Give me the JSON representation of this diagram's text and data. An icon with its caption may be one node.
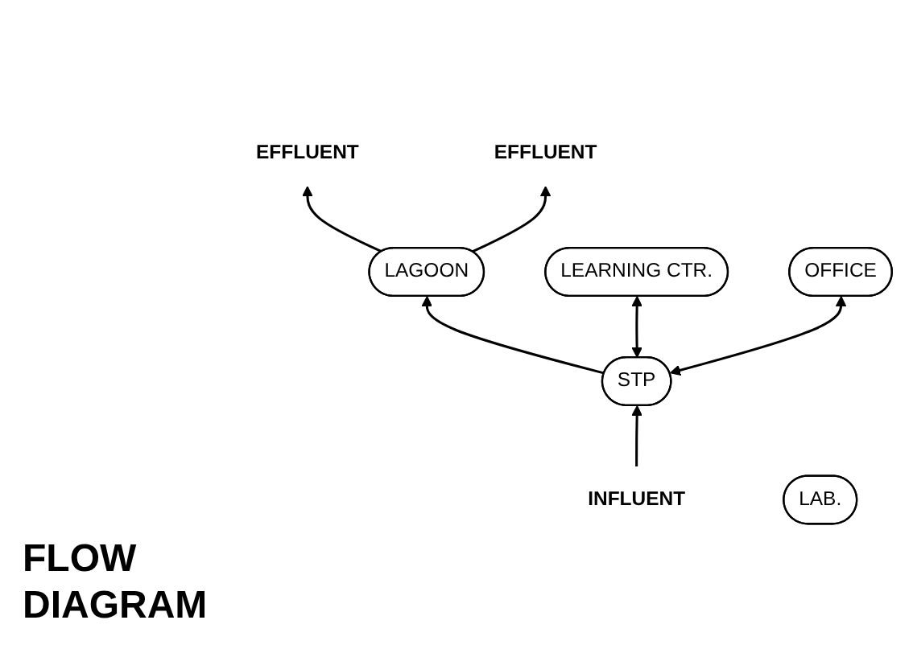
{
  "diagram": {
    "title": "FLOW DIAGRAM",
    "nodes": [
      {
        "text": [
          "EFFLUENT"
        ]
      },
      {
        "text": [
          "LAGOON"
        ]
      },
      {
        "text": [
          "EFFLUENT"
        ]
      },
      {
        "text": [
          "INFLUENT"
        ]
      },
      {
        "text": [
          "STP"
        ]
      },
      {
        "text": [
          "LEARNING CTR."
        ]
      },
      {
        "text": [
          "OFFICE"
        ]
      },
      {
        "text": [
          "LAB."
        ]
      }
    ],
    "edges": [
      {
        "from": 1,
        "to": 0,
        "arrow": "to"
      },
      {
        "from": 1,
        "to": 2,
        "arrow": "to"
      },
      {
        "from": 3,
        "to": 4,
        "arrow": "to"
      },
      {
        "from": 4,
        "to": 1,
        "arrow": "to"
      },
      {
        "from": 4,
        "to": 5,
        "arrow": "both"
      },
      {
        "from": 4,
        "to": 6,
        "arrow": "both"
      }
    ]
  }
}
